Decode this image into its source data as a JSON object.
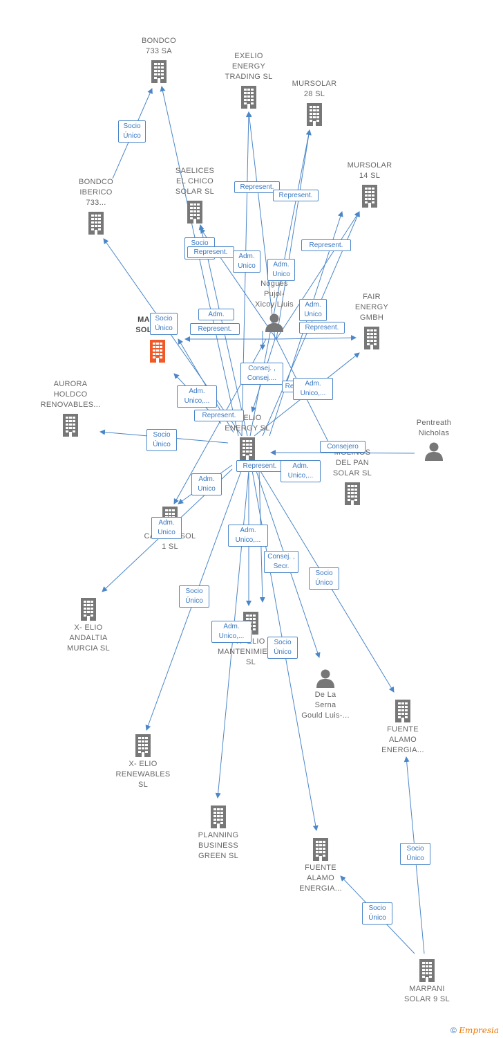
{
  "colors": {
    "edge": "#4a86c8",
    "node": "#777777",
    "focus": "#f05a28",
    "label_text": "#3a78c0",
    "label_border": "#4a86c8"
  },
  "nodes": [
    {
      "id": "bondco733",
      "label": "BONDCO\n733 SA",
      "type": "company"
    },
    {
      "id": "exelio_trading",
      "label": "EXELIO\nENERGY\nTRADING  SL",
      "type": "company"
    },
    {
      "id": "mursolar28",
      "label": "MURSOLAR\n28 SL",
      "type": "company"
    },
    {
      "id": "mursolar14",
      "label": "MURSOLAR\n14 SL",
      "type": "company"
    },
    {
      "id": "bondco_iberico",
      "label": "BONDCO\nIBERICO\n733...",
      "type": "company"
    },
    {
      "id": "saelices",
      "label": "SAELICES\nEL CHICO\nSOLAR SL",
      "type": "company"
    },
    {
      "id": "nogues",
      "label": "Nogués\nPujol-\nXicoy Lluis",
      "type": "person"
    },
    {
      "id": "fair",
      "label": "FAIR\nENERGY\nGMBH",
      "type": "company"
    },
    {
      "id": "masol",
      "label": "MA\nSOL",
      "type": "focus"
    },
    {
      "id": "aurora",
      "label": "AURORA\nHOLDCO\nRENOVABLES...",
      "type": "company"
    },
    {
      "id": "xelio_energy",
      "label": "X- ELIO\nENERGY  SL",
      "type": "company"
    },
    {
      "id": "pentreath",
      "label": "Pentreath\nNicholas",
      "type": "person"
    },
    {
      "id": "molinos",
      "label": "MOLINOS\nDEL PAN\nSOLAR SL",
      "type": "company"
    },
    {
      "id": "calaspasol",
      "label": "CALASPASOL\n1  SL",
      "type": "company"
    },
    {
      "id": "andaltia",
      "label": "X- ELIO\nANDALTIA\nMURCIA  SL",
      "type": "company"
    },
    {
      "id": "mantenimiento",
      "label": "X- ELIO\nMANTENIMIENTO\nSL",
      "type": "company"
    },
    {
      "id": "delaserna",
      "label": "De La\nSerna\nGould Luis-...",
      "type": "person"
    },
    {
      "id": "fuente1",
      "label": "FUENTE\nALAMO\nENERGIA...",
      "type": "company"
    },
    {
      "id": "renewables",
      "label": "X- ELIO\nRENEWABLES\nSL",
      "type": "company"
    },
    {
      "id": "planning",
      "label": "PLANNING\nBUSINESS\nGREEN  SL",
      "type": "company"
    },
    {
      "id": "fuente2",
      "label": "FUENTE\nALAMO\nENERGIA...",
      "type": "company"
    },
    {
      "id": "marpani",
      "label": "MARPANI\nSOLAR 9  SL",
      "type": "company"
    }
  ],
  "edge_labels": [
    "Socio\nÚnico",
    "Represent.",
    "Represent.",
    "Represent.",
    "Socio\nÚnico",
    "Represent.",
    "Adm.\nUnico",
    "Adm.\nUnico",
    "Adm.\nUnico",
    "Socio\nÚnico",
    "Adm.",
    "Represent.",
    "Represent.",
    "Consej. ,\nConsej....",
    "Re",
    "Adm.\nUnico,...",
    "Adm.\nUnico,...",
    "Represent.",
    "Socio\nÚnico",
    "Consejero",
    "Represent.",
    "Adm.\nUnico,...",
    "Adm.\nUnico",
    "Adm.\nUnico",
    "Adm.\nUnico,...",
    "Consej. ,\nSecr.",
    "Socio\nÚnico",
    "Socio\nÚnico",
    "Adm.\nUnico,...",
    "Socio\nÚnico",
    "Socio\nÚnico",
    "Socio\nÚnico"
  ],
  "copyright": {
    "symbol": "©",
    "brand": "Empresia"
  }
}
